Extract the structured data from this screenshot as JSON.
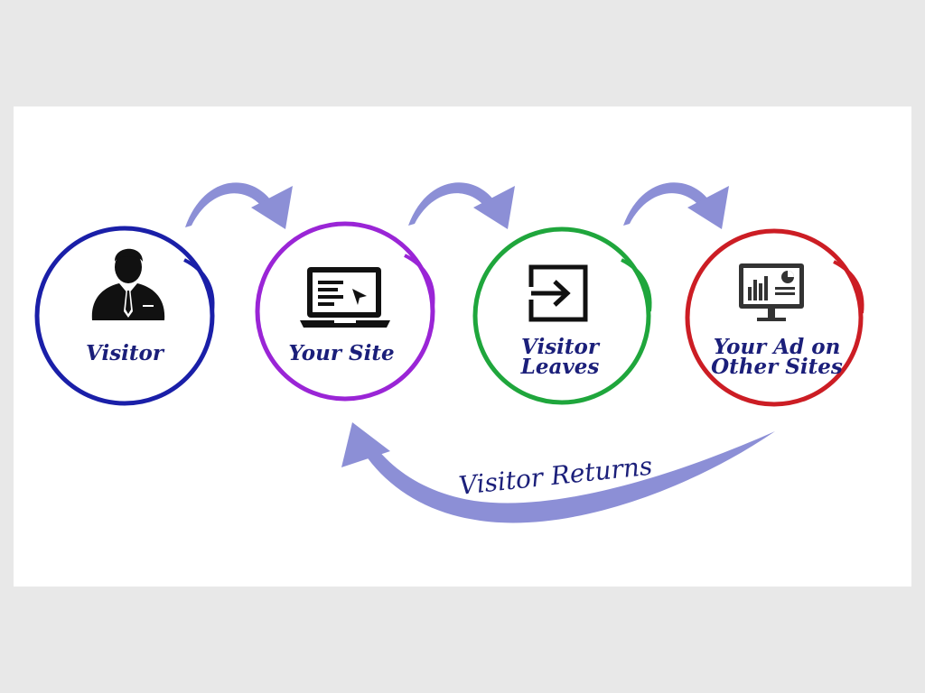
{
  "nodes": [
    {
      "id": "visitor",
      "lines": [
        "Visitor"
      ],
      "color": "#1a1fa8",
      "icon": "person-icon"
    },
    {
      "id": "your-site",
      "lines": [
        "Your Site"
      ],
      "color": "#9a25d6",
      "icon": "laptop-icon"
    },
    {
      "id": "visitor-leaves",
      "lines": [
        "Visitor",
        "Leaves"
      ],
      "color": "#1fa63c",
      "icon": "exit-icon"
    },
    {
      "id": "your-ad",
      "lines": [
        "Your Ad on",
        "Other Sites"
      ],
      "color": "#cc1d24",
      "icon": "monitor-chart-icon"
    }
  ],
  "return_label": "Visitor Returns",
  "arrow_color": "#8c8fd6"
}
